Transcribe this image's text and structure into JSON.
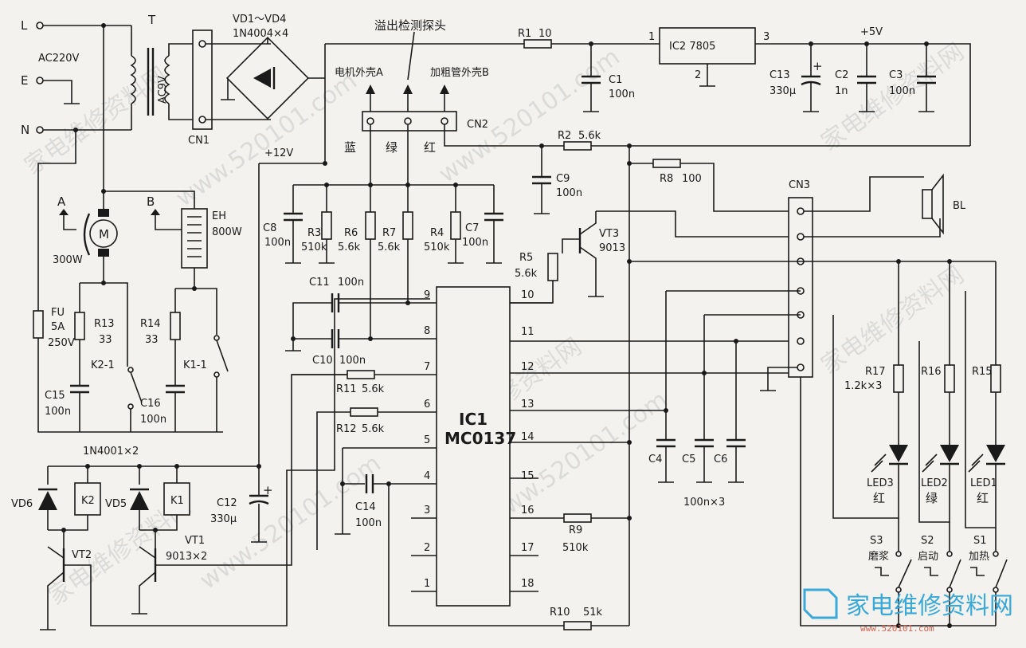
{
  "diagram": {
    "watermark_text": "www.520101.com",
    "watermark_cn": "家电维修资料网",
    "power": {
      "L": "L",
      "E": "E",
      "N": "N",
      "ac": "AC220V",
      "T": "T",
      "secondary": "AC9V",
      "cn1": "CN1"
    },
    "bridge": {
      "name": "VD1～VD4",
      "part": "1N4004×4"
    },
    "probe": {
      "title": "溢出检测探头",
      "a": "电机外壳A",
      "b": "加粗管外壳B",
      "cn2": "CN2",
      "blue": "蓝",
      "green": "绿",
      "red": "红"
    },
    "rails": {
      "v12": "+12V",
      "v5": "+5V"
    },
    "regulator": {
      "r1": "R1",
      "r1v": "10",
      "pin1": "1",
      "pin2": "2",
      "pin3": "3",
      "ic2": "IC2 7805",
      "c1": "C1",
      "c1v": "100n",
      "c13": "C13",
      "c13v": "330μ",
      "c2": "C2",
      "c2v": "1n",
      "c3": "C3",
      "c3v": "100n"
    },
    "motor": {
      "a": "A",
      "m": "M",
      "power": "300W",
      "b": "B",
      "eh": "EH",
      "ehw": "800W"
    },
    "snubber": {
      "fu": "FU",
      "fua": "5A",
      "fuv": "250V",
      "r13": "R13",
      "r13v": "33",
      "k21": "K2-1",
      "r14": "R14",
      "r14v": "33",
      "k11": "K1-1",
      "c15": "C15",
      "c15v": "100n",
      "c16": "C16",
      "c16v": "100n"
    },
    "relay": {
      "diodes": "1N4001×2",
      "vd6": "VD6",
      "k2": "K2",
      "vd5": "VD5",
      "k1": "K1",
      "c12": "C12",
      "c12v": "330μ",
      "vt2": "VT2",
      "vt1": "VT1",
      "vt1p": "9013×2"
    },
    "front": {
      "r2": "R2",
      "r2v": "5.6k",
      "c9": "C9",
      "c9v": "100n",
      "r8": "R8",
      "r8v": "100",
      "c8": "C8",
      "c8v": "100n",
      "r3": "R3",
      "r3v": "510k",
      "r6": "R6",
      "r6v": "5.6k",
      "r7": "R7",
      "r7v": "5.6k",
      "r4": "R4",
      "r4v": "510k",
      "c7": "C7",
      "c7v": "100n",
      "vt3": "VT3",
      "vt3p": "9013",
      "r5": "R5",
      "r5v": "5.6k"
    },
    "ic1": {
      "name": "IC1",
      "part": "MC0137",
      "pins_left": [
        "9",
        "8",
        "7",
        "6",
        "5",
        "4",
        "3",
        "2",
        "1"
      ],
      "pins_right": [
        "10",
        "11",
        "12",
        "13",
        "14",
        "15",
        "16",
        "17",
        "18"
      ]
    },
    "ic_parts": {
      "c11": "C11",
      "c11v": "100n",
      "c10": "C10",
      "c10v": "100n",
      "r11": "R11",
      "r11v": "5.6k",
      "r12": "R12",
      "r12v": "5.6k",
      "c14": "C14",
      "c14v": "100n",
      "r9": "R9",
      "r9v": "510k",
      "r10": "R10",
      "r10v": "51k"
    },
    "panel": {
      "cn3": "CN3",
      "bl": "BL",
      "c4": "C4",
      "c5": "C5",
      "c6": "C6",
      "c456": "100n×3",
      "r17": "R17",
      "r17v": "1.2k×3",
      "r16": "R16",
      "r15": "R15",
      "led3": "LED3",
      "led3c": "红",
      "led2": "LED2",
      "led2c": "绿",
      "led1": "LED1",
      "led1c": "红",
      "s3": "S3",
      "s3f": "磨浆",
      "s2": "S2",
      "s2f": "启动",
      "s1": "S1",
      "s1f": "加热"
    },
    "logo": {
      "cn": "家电维修资料网",
      "url": "www.520101.com"
    }
  }
}
